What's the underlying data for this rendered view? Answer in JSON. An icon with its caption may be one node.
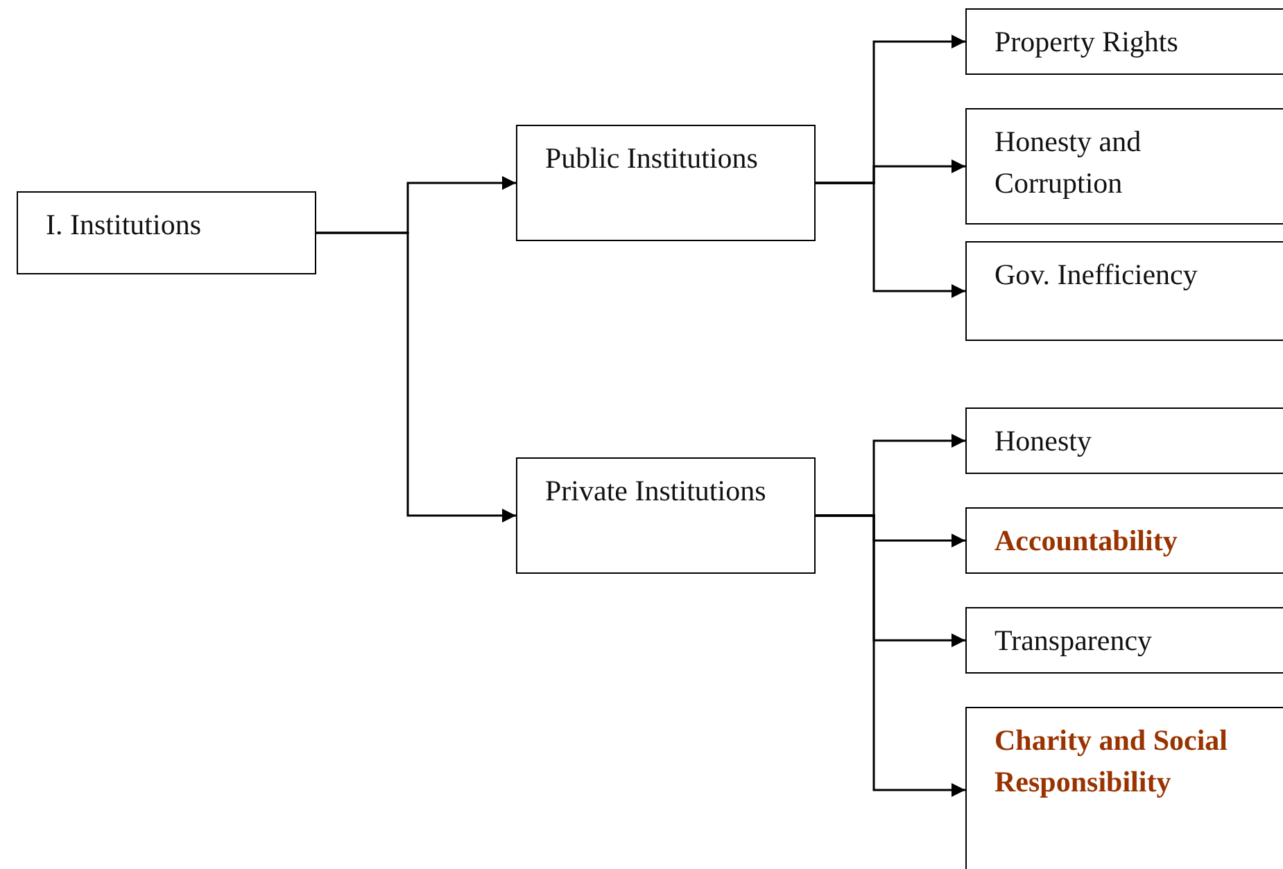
{
  "diagram": {
    "nodes": [
      {
        "text": [
          "I. Institutions"
        ]
      },
      {
        "text": [
          "Public Institutions"
        ]
      },
      {
        "text": [
          "Private Institutions"
        ]
      },
      {
        "text": [
          "Property Rights"
        ]
      },
      {
        "text": [
          "Honesty and Corruption"
        ]
      },
      {
        "text": [
          "Gov. Inefficiency"
        ]
      },
      {
        "text": [
          "Honesty"
        ]
      },
      {
        "text": [
          "Accountability"
        ]
      },
      {
        "text": [
          "Transparency"
        ]
      },
      {
        "text": [
          "Charity and Social Responsibility"
        ]
      }
    ],
    "edges": [
      {
        "from": 0,
        "to": 1,
        "arrow": "to"
      },
      {
        "from": 0,
        "to": 2,
        "arrow": "to"
      },
      {
        "from": 1,
        "to": 3,
        "arrow": "to"
      },
      {
        "from": 1,
        "to": 4,
        "arrow": "to"
      },
      {
        "from": 1,
        "to": 5,
        "arrow": "to"
      },
      {
        "from": 2,
        "to": 6,
        "arrow": "to"
      },
      {
        "from": 2,
        "to": 7,
        "arrow": "to"
      },
      {
        "from": 2,
        "to": 8,
        "arrow": "to"
      },
      {
        "from": 2,
        "to": 9,
        "arrow": "to"
      }
    ]
  }
}
